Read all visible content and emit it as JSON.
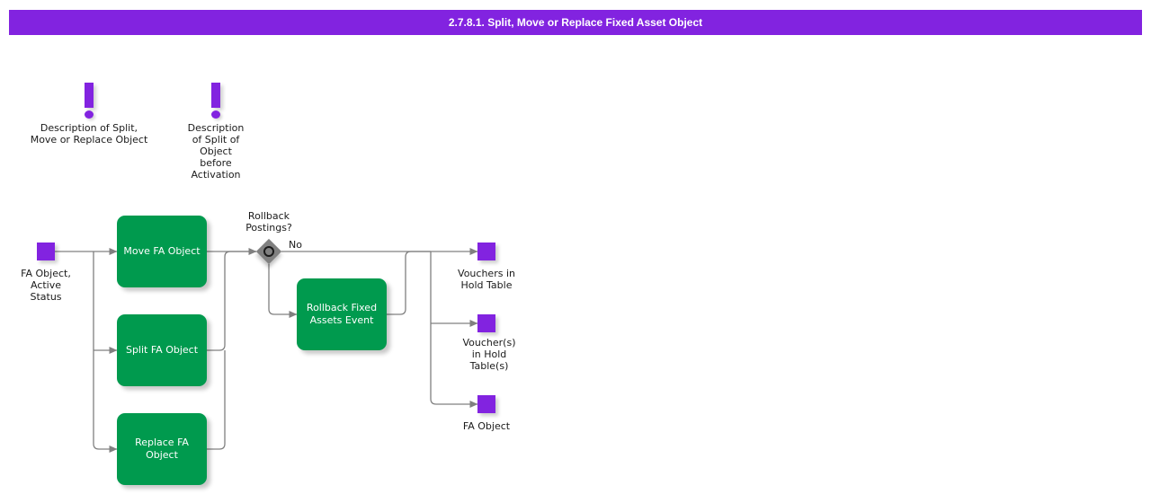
{
  "header": {
    "title": "2.7.8.1. Split, Move or Replace Fixed Asset Object",
    "background_color": "#8223e0",
    "text_color": "#ffffff"
  },
  "colors": {
    "event_purple": "#8223e0",
    "task_green": "#009a4e",
    "gateway_gray": "#808080",
    "connector_gray": "#808080",
    "text_dark": "#1a1a1a"
  },
  "annotations": [
    {
      "id": "annotation-split-move-replace",
      "icon": "exclamation-icon",
      "text": "Description of Split,\nMove or Replace Object"
    },
    {
      "id": "annotation-split-before-activation",
      "icon": "exclamation-icon",
      "text": "Description\nof Split of\nObject\nbefore\nActivation"
    }
  ],
  "start_events": [
    {
      "id": "start-fa-object-active-status",
      "label": "FA Object,\nActive\nStatus"
    }
  ],
  "tasks": [
    {
      "id": "task-move-fa-object",
      "label": "Move FA Object"
    },
    {
      "id": "task-split-fa-object",
      "label": "Split FA Object"
    },
    {
      "id": "task-replace-fa-object",
      "label": "Replace FA\nObject"
    },
    {
      "id": "task-rollback-fixed-assets-event",
      "label": "Rollback Fixed\nAssets Event"
    }
  ],
  "gateways": [
    {
      "id": "gateway-rollback-postings",
      "label": "Rollback\nPostings?",
      "type": "event-based-gateway"
    }
  ],
  "flow_labels": [
    {
      "id": "flow-label-no",
      "text": "No"
    }
  ],
  "end_events": [
    {
      "id": "end-vouchers-in-hold-table",
      "label": "Vouchers in\nHold Table"
    },
    {
      "id": "end-vouchers-in-hold-tables",
      "label": "Voucher(s)\nin Hold\nTable(s)"
    },
    {
      "id": "end-fa-object",
      "label": "FA Object"
    }
  ]
}
